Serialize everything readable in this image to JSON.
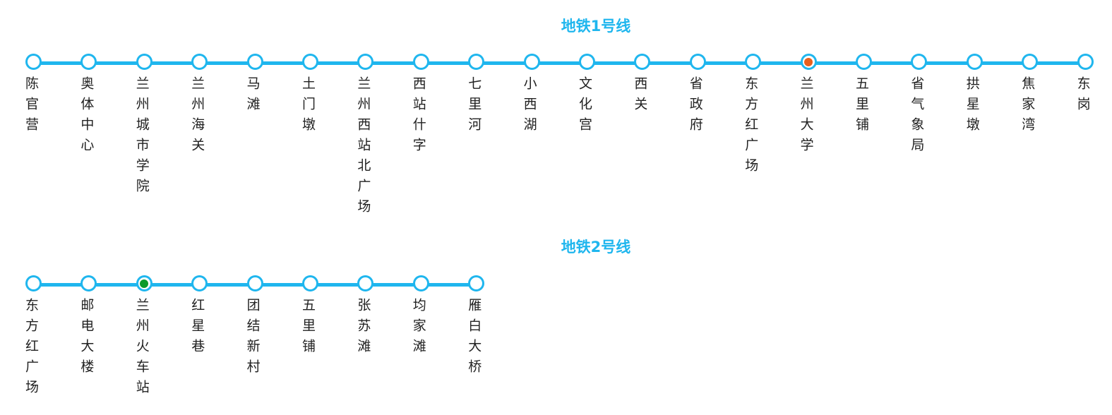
{
  "lines": [
    {
      "title": "地铁1号线",
      "line_color": "#1fb6ee",
      "stations": [
        {
          "name": "陈官营"
        },
        {
          "name": "奥体中心"
        },
        {
          "name": "兰州城市学院"
        },
        {
          "name": "兰州海关"
        },
        {
          "name": "马滩"
        },
        {
          "name": "土门墩"
        },
        {
          "name": "兰州西站北广场"
        },
        {
          "name": "西站什字"
        },
        {
          "name": "七里河"
        },
        {
          "name": "小西湖"
        },
        {
          "name": "文化宫"
        },
        {
          "name": "西关"
        },
        {
          "name": "省政府"
        },
        {
          "name": "东方红广场"
        },
        {
          "name": "兰州大学",
          "marker": "#e8601c"
        },
        {
          "name": "五里铺"
        },
        {
          "name": "省气象局"
        },
        {
          "name": "拱星墩"
        },
        {
          "name": "焦家湾"
        },
        {
          "name": "东岗"
        }
      ]
    },
    {
      "title": "地铁2号线",
      "line_color": "#1fb6ee",
      "stations": [
        {
          "name": "东方红广场"
        },
        {
          "name": "邮电大楼"
        },
        {
          "name": "兰州火车站",
          "marker": "#0a9a2a"
        },
        {
          "name": "红星巷"
        },
        {
          "name": "团结新村"
        },
        {
          "name": "五里铺"
        },
        {
          "name": "张苏滩"
        },
        {
          "name": "均家滩"
        },
        {
          "name": "雁白大桥"
        }
      ]
    }
  ]
}
